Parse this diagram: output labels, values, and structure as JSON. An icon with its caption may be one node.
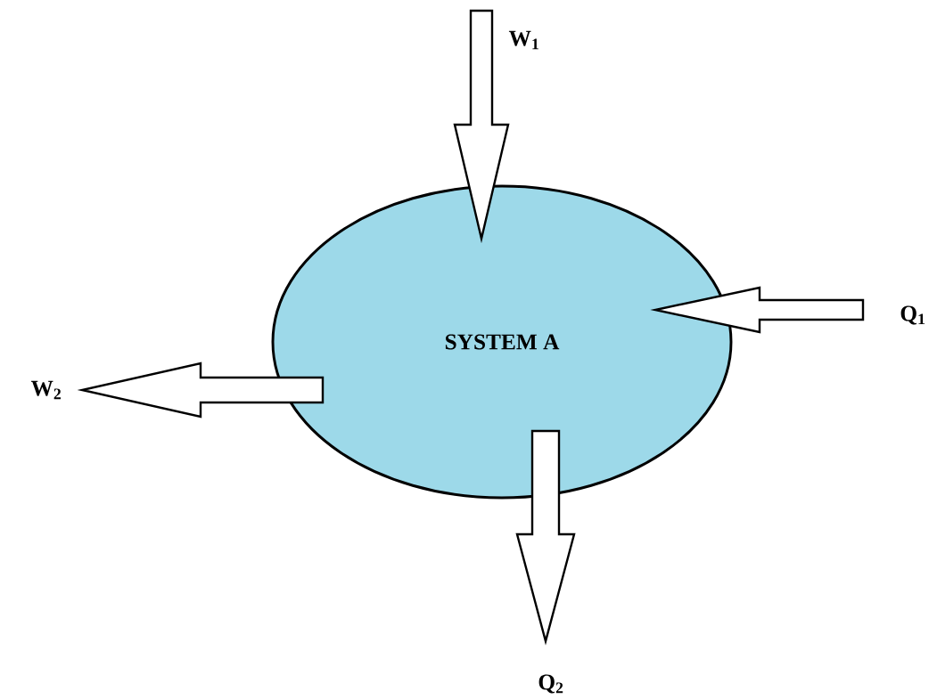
{
  "diagram": {
    "nodes": [
      {
        "text": [
          "W$_{1}$"
        ]
      },
      {
        "text": [
          "SYSTEM A"
        ]
      },
      {
        "text": [
          "Q$_{1}$"
        ]
      },
      {
        "text": [
          "W$_{2}$"
        ]
      },
      {
        "text": [
          "Q$_{2}$"
        ]
      }
    ],
    "edges": [
      {
        "from": 0,
        "to": 1,
        "arrow": "to"
      },
      {
        "from": 2,
        "to": 1,
        "arrow": "to"
      },
      {
        "from": 1,
        "to": 3,
        "arrow": "to"
      },
      {
        "from": 1,
        "to": 4,
        "arrow": "to"
      }
    ]
  }
}
